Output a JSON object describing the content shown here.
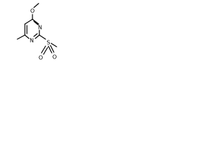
{
  "molecule": {
    "atoms": {
      "methoxy_oxygen": "O",
      "ring_nitrogen_upper": "N",
      "ring_nitrogen_lower": "N",
      "sulfur": "S",
      "sulfonyl_oxygen_left": "O",
      "sulfonyl_oxygen_right": "O"
    }
  }
}
